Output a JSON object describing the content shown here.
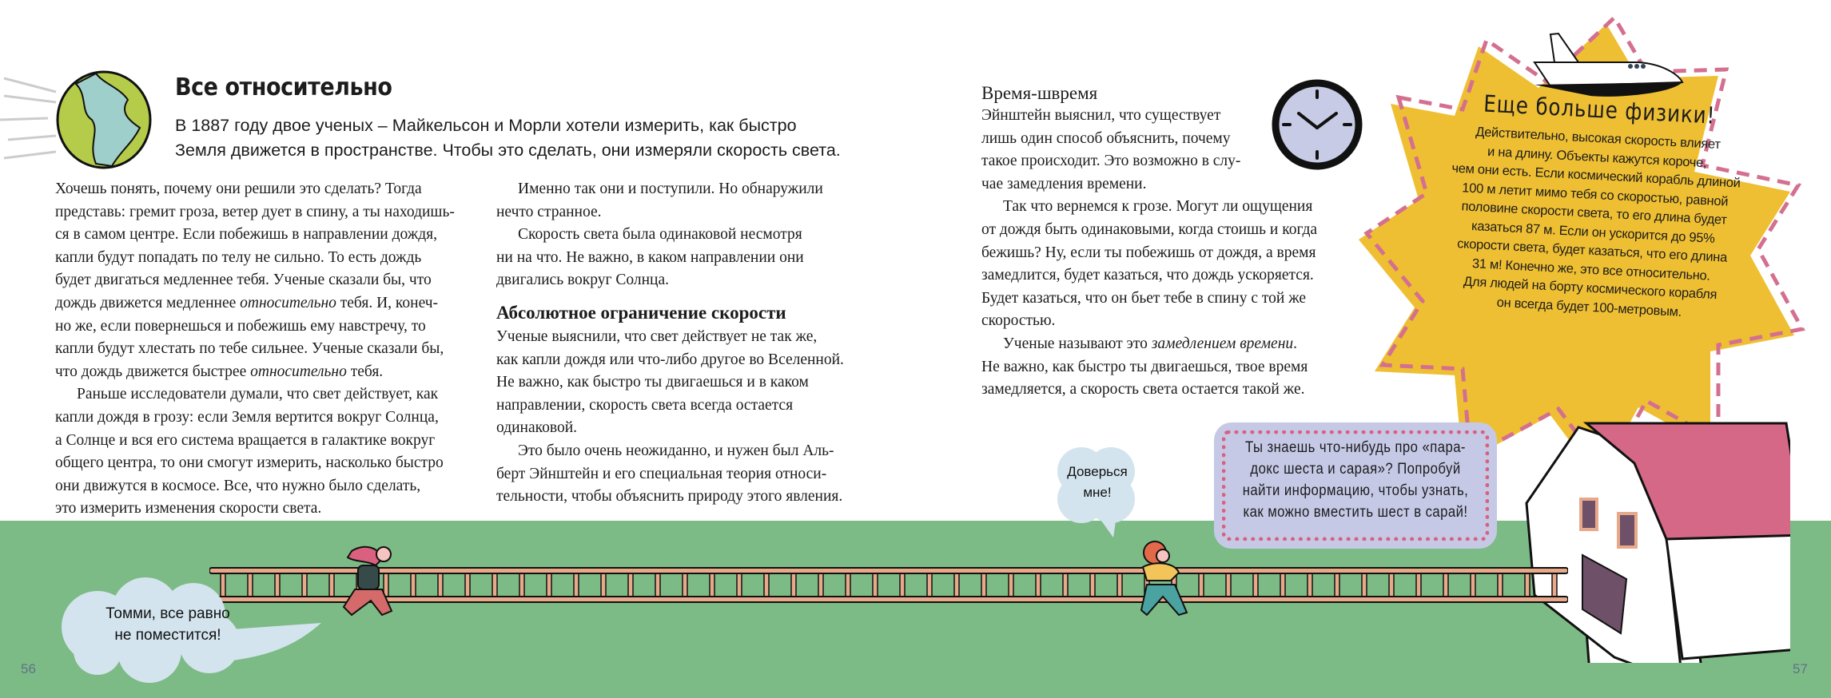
{
  "colors": {
    "ground": "#7dbb86",
    "star": "#efbf33",
    "dash": "#d4708f",
    "hint_bg": "#c5c9e6",
    "cloud": "#d3e4ee",
    "roof": "#d46886"
  },
  "left_page": {
    "title": "Все относительно",
    "intro": [
      "В 1887 году двое ученых – Майкельсон и Морли хотели измерить, как быстро",
      "Земля движется в пространстве. Чтобы это сделать, они измеряли скорость света."
    ],
    "col1": {
      "p1": [
        "Хочешь понять, почему они решили это сделать? Тогда",
        "представь: гремит гроза, ветер дует в спину, а ты находишь-",
        "ся в самом центре. Если побежишь в направлении дождя,",
        "капли будут попадать по телу не сильно. То есть дождь",
        "будет двигаться медленнее тебя. Ученые сказали бы, что"
      ],
      "p1_l6": [
        "дождь движется медленнее ",
        "относительно",
        " тебя. И, конеч-"
      ],
      "p1_l7": [
        "но же, если повернешься и побежишь ему навстречу, то",
        "капли будут хлестать по тебе сильнее. Ученые сказали бы,"
      ],
      "p1_l9": [
        "что дождь движется быстрее ",
        "относительно",
        " тебя."
      ],
      "p2": [
        "Раньше исследователи думали, что свет действует, как",
        "капли дождя в грозу: если Земля вертится вокруг Солнца,",
        "а Солнце и вся его система вращается в галактике вокруг",
        "общего центра, то они смогут измерить, насколько быстро",
        "они движутся в космосе. Все, что нужно было сделать,",
        "это измерить изменения скорости света."
      ]
    },
    "col2": {
      "p1": [
        "Именно так они и поступили. Но обнаружили",
        "нечто странное."
      ],
      "p2": [
        "Скорость света была одинаковой несмотря",
        "ни на что. Не важно, в каком направлении они",
        "двигались вокруг Солнца."
      ],
      "heading": "Абсолютное ограничение скорости",
      "p3": [
        "Ученые выяснили, что свет действует не так же,",
        "как капли дождя или что-либо другое во Вселенной.",
        "Не важно, как быстро ты двигаешься и в каком",
        "направлении, скорость света всегда остается",
        "одинаковой."
      ],
      "p4": [
        "Это было очень неожиданно, и нужен был Аль-",
        "берт Эйнштейн и его специальная теория относи-",
        "тельности, чтобы объяснить природу этого явления."
      ]
    },
    "bubble": [
      "Томми, все равно",
      "не поместится!"
    ],
    "page_number": "56"
  },
  "right_page": {
    "heading": "Время-швремя",
    "p1": [
      "Эйнштейн выяснил, что существует",
      "лишь один способ объяснить, почему",
      "такое происходит. Это возможно в слу-",
      "чае замедления времени."
    ],
    "p2": [
      "Так что вернемся к грозе. Могут ли ощущения",
      "от дождя быть одинаковыми, когда стоишь и когда",
      "бежишь? Ну, если ты побежишь от дождя, а время",
      "замедлится, будет казаться, что дождь ускоряется.",
      "Будет казаться, что он бьет тебе в спину с той же",
      "скоростью."
    ],
    "p3_l1": [
      "Ученые называют это ",
      "замедлением времени",
      "."
    ],
    "p3": [
      "Не важно, как быстро ты двигаешься, твое время",
      "замедляется, а скорость света остается такой же."
    ],
    "star": {
      "title": "Еще больше физики!",
      "body": [
        "Действительно, высокая скорость влияет",
        "и на длину. Объекты кажутся короче,",
        "чем они есть. Если космический корабль длиной",
        "100 м летит мимо тебя со скоростью, равной",
        "половине скорости света, то его длина будет",
        "казаться 87 м. Если он ускорится до 95%",
        "скорости света, будет казаться, что его длина",
        "31 м! Конечно же, это все относительно.",
        "Для людей на борту космического корабля",
        "он всегда будет 100-метровым."
      ]
    },
    "hint": [
      "Ты знаешь что-нибудь про «пара-",
      "докс шеста и сарая»? Попробуй",
      "найти информацию, чтобы узнать,",
      "как можно вместить шест в сарай!"
    ],
    "bubble": [
      "Доверься",
      "мне!"
    ],
    "page_number": "57"
  }
}
